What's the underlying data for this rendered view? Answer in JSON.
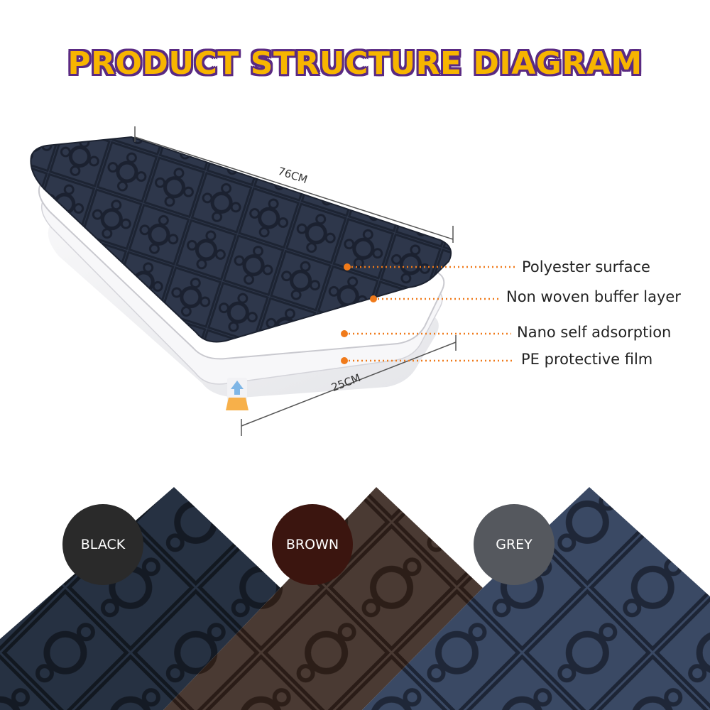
{
  "title": "PRODUCT STRUCTURE DIAGRAM",
  "dimensions": {
    "length": "76CM",
    "width": "25CM"
  },
  "layers": [
    {
      "label": "Polyester surface"
    },
    {
      "label": "Non woven buffer layer"
    },
    {
      "label": "Nano self adsorption"
    },
    {
      "label": "PE protective film"
    }
  ],
  "colors": {
    "title_fill": "#f7b500",
    "title_outline": "#5a2a82",
    "callout": "#f07a1a",
    "mat_navy": "#2b3447"
  },
  "swatches": [
    {
      "label": "BLACK",
      "color": "#2a2a2a",
      "mat_color": "#1f2733"
    },
    {
      "label": "BROWN",
      "color": "#3b150f",
      "mat_color": "#3a2a24"
    },
    {
      "label": "GREY",
      "color": "#55585e",
      "mat_color": "#2e3a52"
    }
  ]
}
